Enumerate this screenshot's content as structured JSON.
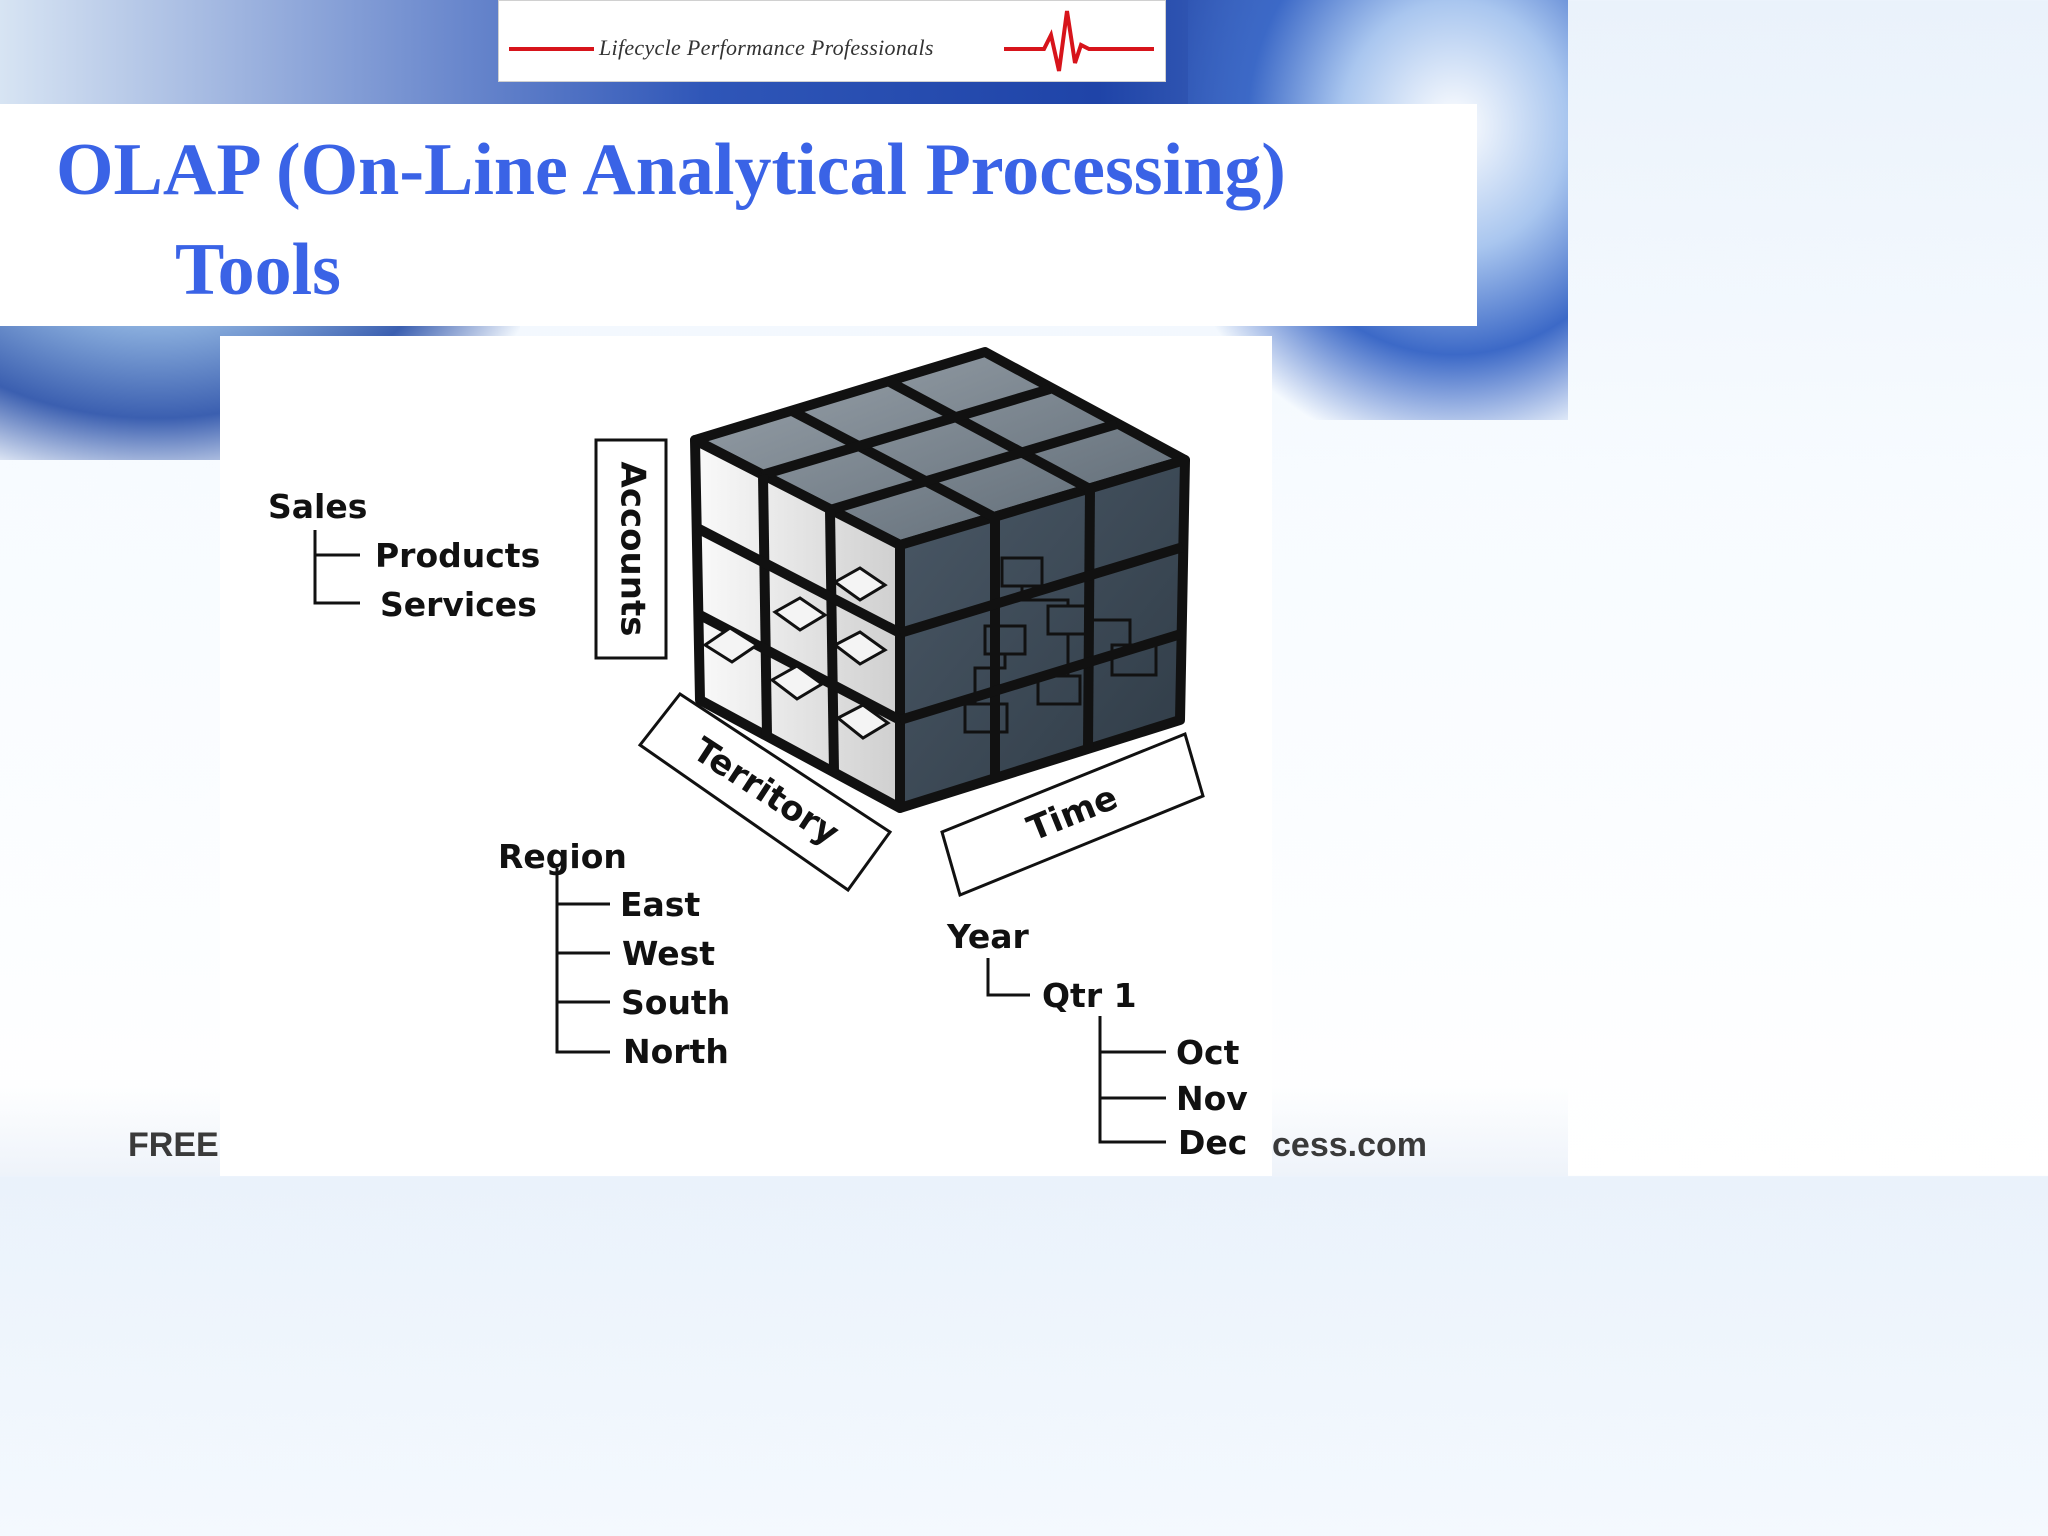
{
  "header": {
    "logo_text": "Lifecycle Performance Professionals",
    "title_line1": "OLAP (On-Line Analytical Processing)",
    "title_line2": "Tools"
  },
  "diagram": {
    "sales": {
      "root": "Sales",
      "children": [
        "Products",
        "Services"
      ]
    },
    "accounts_label": "Accounts",
    "territory_label": "Territory",
    "time_label": "Time",
    "region": {
      "root": "Region",
      "children": [
        "East",
        "West",
        "South",
        "North"
      ]
    },
    "year": {
      "root": "Year",
      "quarter": "Qtr 1",
      "months": [
        "Oct",
        "Nov",
        "Dec"
      ]
    }
  },
  "footer": {
    "left_text": "FREE",
    "right_text": "cess.com"
  },
  "colors": {
    "title": "#3a63e6",
    "cube_dark": "#3c4a57",
    "cube_light": "#eeeeee",
    "logo_red": "#d7141b"
  }
}
